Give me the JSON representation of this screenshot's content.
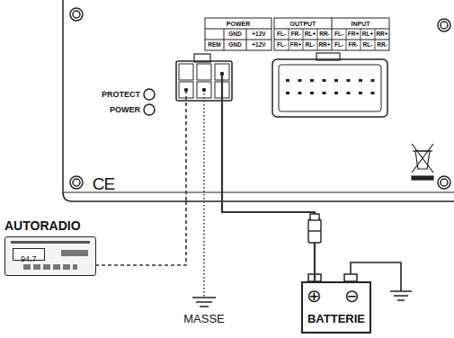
{
  "diagram": {
    "nodes": [
      {
        "text": [
          "AUTORADIO",
          "94.7"
        ]
      },
      {
        "text": [
          "⊕",
          "⊖",
          "BATTERIE"
        ]
      },
      {
        "text": [
          "PROTECT",
          "POWER"
        ]
      }
    ],
    "edges": [
      {
        "from": 2,
        "to": 0,
        "arrow": "none"
      },
      {
        "from": 2,
        "to": 1,
        "arrow": "none"
      }
    ],
    "labels": [
      "POWER",
      "GND",
      "+12V",
      "REM",
      "GND",
      "+12V",
      "OUTPUT",
      "INPUT",
      "FL-",
      "FR-",
      "RL+",
      "RR-",
      "FL-",
      "FR+",
      "RL+",
      "RR+",
      "FL-",
      "FR+",
      "RL-",
      "RR+",
      "FL-",
      "FR-",
      "RL-",
      "RR-",
      "MASSE",
      "CE"
    ]
  }
}
